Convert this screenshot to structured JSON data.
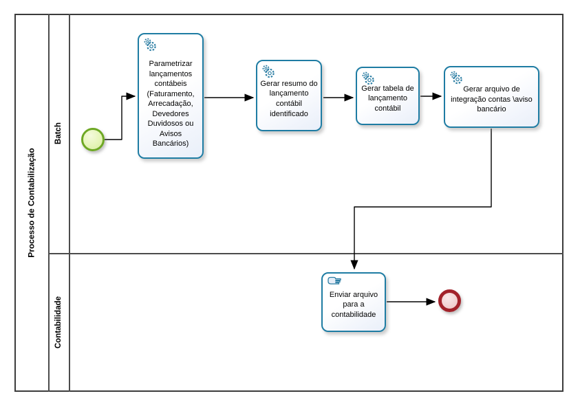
{
  "pool": {
    "title": "Processo de Contabilização"
  },
  "lanes": [
    {
      "label": "Batch"
    },
    {
      "label": "Contabilidade"
    }
  ],
  "tasks": [
    {
      "id": "task-1",
      "lane": "Batch",
      "icon": "gears-icon",
      "label": "Parametrizar lançamentos contábeis (Faturamento, Arrecadação, Devedores Duvidosos ou Avisos Bancários)"
    },
    {
      "id": "task-2",
      "lane": "Batch",
      "icon": "gears-icon",
      "label": "Gerar resumo do lançamento contábil identificado"
    },
    {
      "id": "task-3",
      "lane": "Batch",
      "icon": "gears-icon",
      "label": "Gerar tabela de lançamento contábil"
    },
    {
      "id": "task-4",
      "lane": "Batch",
      "icon": "gears-icon",
      "label": "Gerar arquivo de integração contas \\aviso bancário"
    },
    {
      "id": "task-5",
      "lane": "Contabilidade",
      "icon": "hand-icon",
      "label": "Enviar arquivo para a contabilidade"
    }
  ],
  "events": [
    {
      "id": "start-event",
      "type": "start",
      "lane": "Batch"
    },
    {
      "id": "end-event",
      "type": "end",
      "lane": "Contabilidade"
    }
  ],
  "flows": [
    {
      "from": "start-event",
      "to": "task-1"
    },
    {
      "from": "task-1",
      "to": "task-2"
    },
    {
      "from": "task-2",
      "to": "task-3"
    },
    {
      "from": "task-3",
      "to": "task-4"
    },
    {
      "from": "task-4",
      "to": "task-5"
    },
    {
      "from": "task-5",
      "to": "end-event"
    }
  ],
  "colors": {
    "task_border": "#1e7ca3",
    "task_icon": "#2b7da3",
    "start_border": "#6ea824",
    "start_fill": "#e6f5b9",
    "end_border": "#a2222a",
    "end_fill": "#f2d2d2",
    "flow": "#000000",
    "lane_line": "#4c4c4c"
  }
}
